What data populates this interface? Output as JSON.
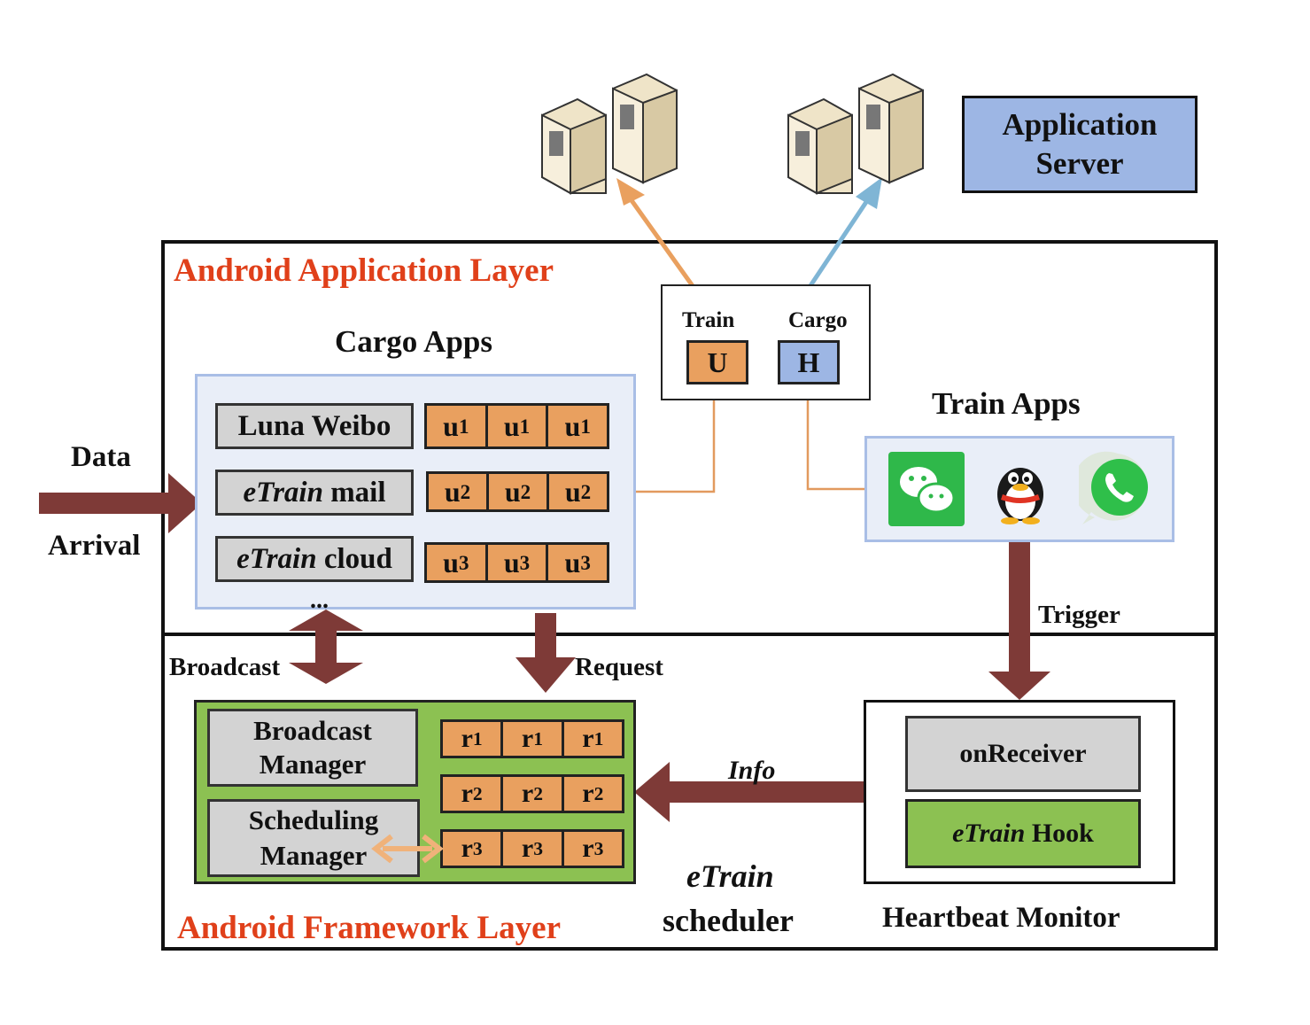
{
  "application_server": {
    "label_line1": "Application",
    "label_line2": "Server",
    "color": "#9db6e4"
  },
  "app_layer": {
    "title": "Android Application Layer"
  },
  "framework_layer": {
    "title": "Android Framework Layer"
  },
  "data_arrival": {
    "line1": "Data",
    "line2": "Arrival"
  },
  "cargo_apps": {
    "title": "Cargo Apps",
    "rows": [
      {
        "app_plain": "Luna Weibo",
        "app_italic": "",
        "app_rest": "",
        "cell": "u",
        "sub": "1"
      },
      {
        "app_plain": "",
        "app_italic": "eTrain",
        "app_rest": " mail",
        "cell": "u",
        "sub": "2"
      },
      {
        "app_plain": "",
        "app_italic": "eTrain",
        "app_rest": " cloud",
        "cell": "u",
        "sub": "3"
      }
    ],
    "ellipsis": "..."
  },
  "train_cargo_box": {
    "train_label": "Train",
    "train_letter": "U",
    "cargo_label": "Cargo",
    "cargo_letter": "H"
  },
  "train_apps": {
    "title": "Train Apps",
    "icons": [
      "wechat-icon",
      "qq-penguin-icon",
      "whatsapp-icon"
    ]
  },
  "arrows": {
    "trigger": "Trigger",
    "broadcast": "Broadcast",
    "request": "Request",
    "info": "Info"
  },
  "framework": {
    "broadcast_manager_line1": "Broadcast",
    "broadcast_manager_line2": "Manager",
    "scheduling_manager_line1": "Scheduling",
    "scheduling_manager_line2": "Manager",
    "queue_rows": [
      {
        "cell": "r",
        "sub": "1"
      },
      {
        "cell": "r",
        "sub": "2"
      },
      {
        "cell": "r",
        "sub": "3"
      }
    ]
  },
  "scheduler": {
    "line1": "eTrain",
    "line2": "scheduler"
  },
  "heartbeat": {
    "title": "Heartbeat Monitor",
    "on_receiver": "onReceiver",
    "hook_italic": "eTrain",
    "hook_rest": " Hook"
  },
  "colors": {
    "arrow_dark": "#7e3a37",
    "orange_cell": "#e9a05f",
    "blue_cell": "#9db6e4",
    "green": "#8cc152",
    "light_blue_bg": "#e9eef8",
    "red_title": "#e0401a"
  }
}
